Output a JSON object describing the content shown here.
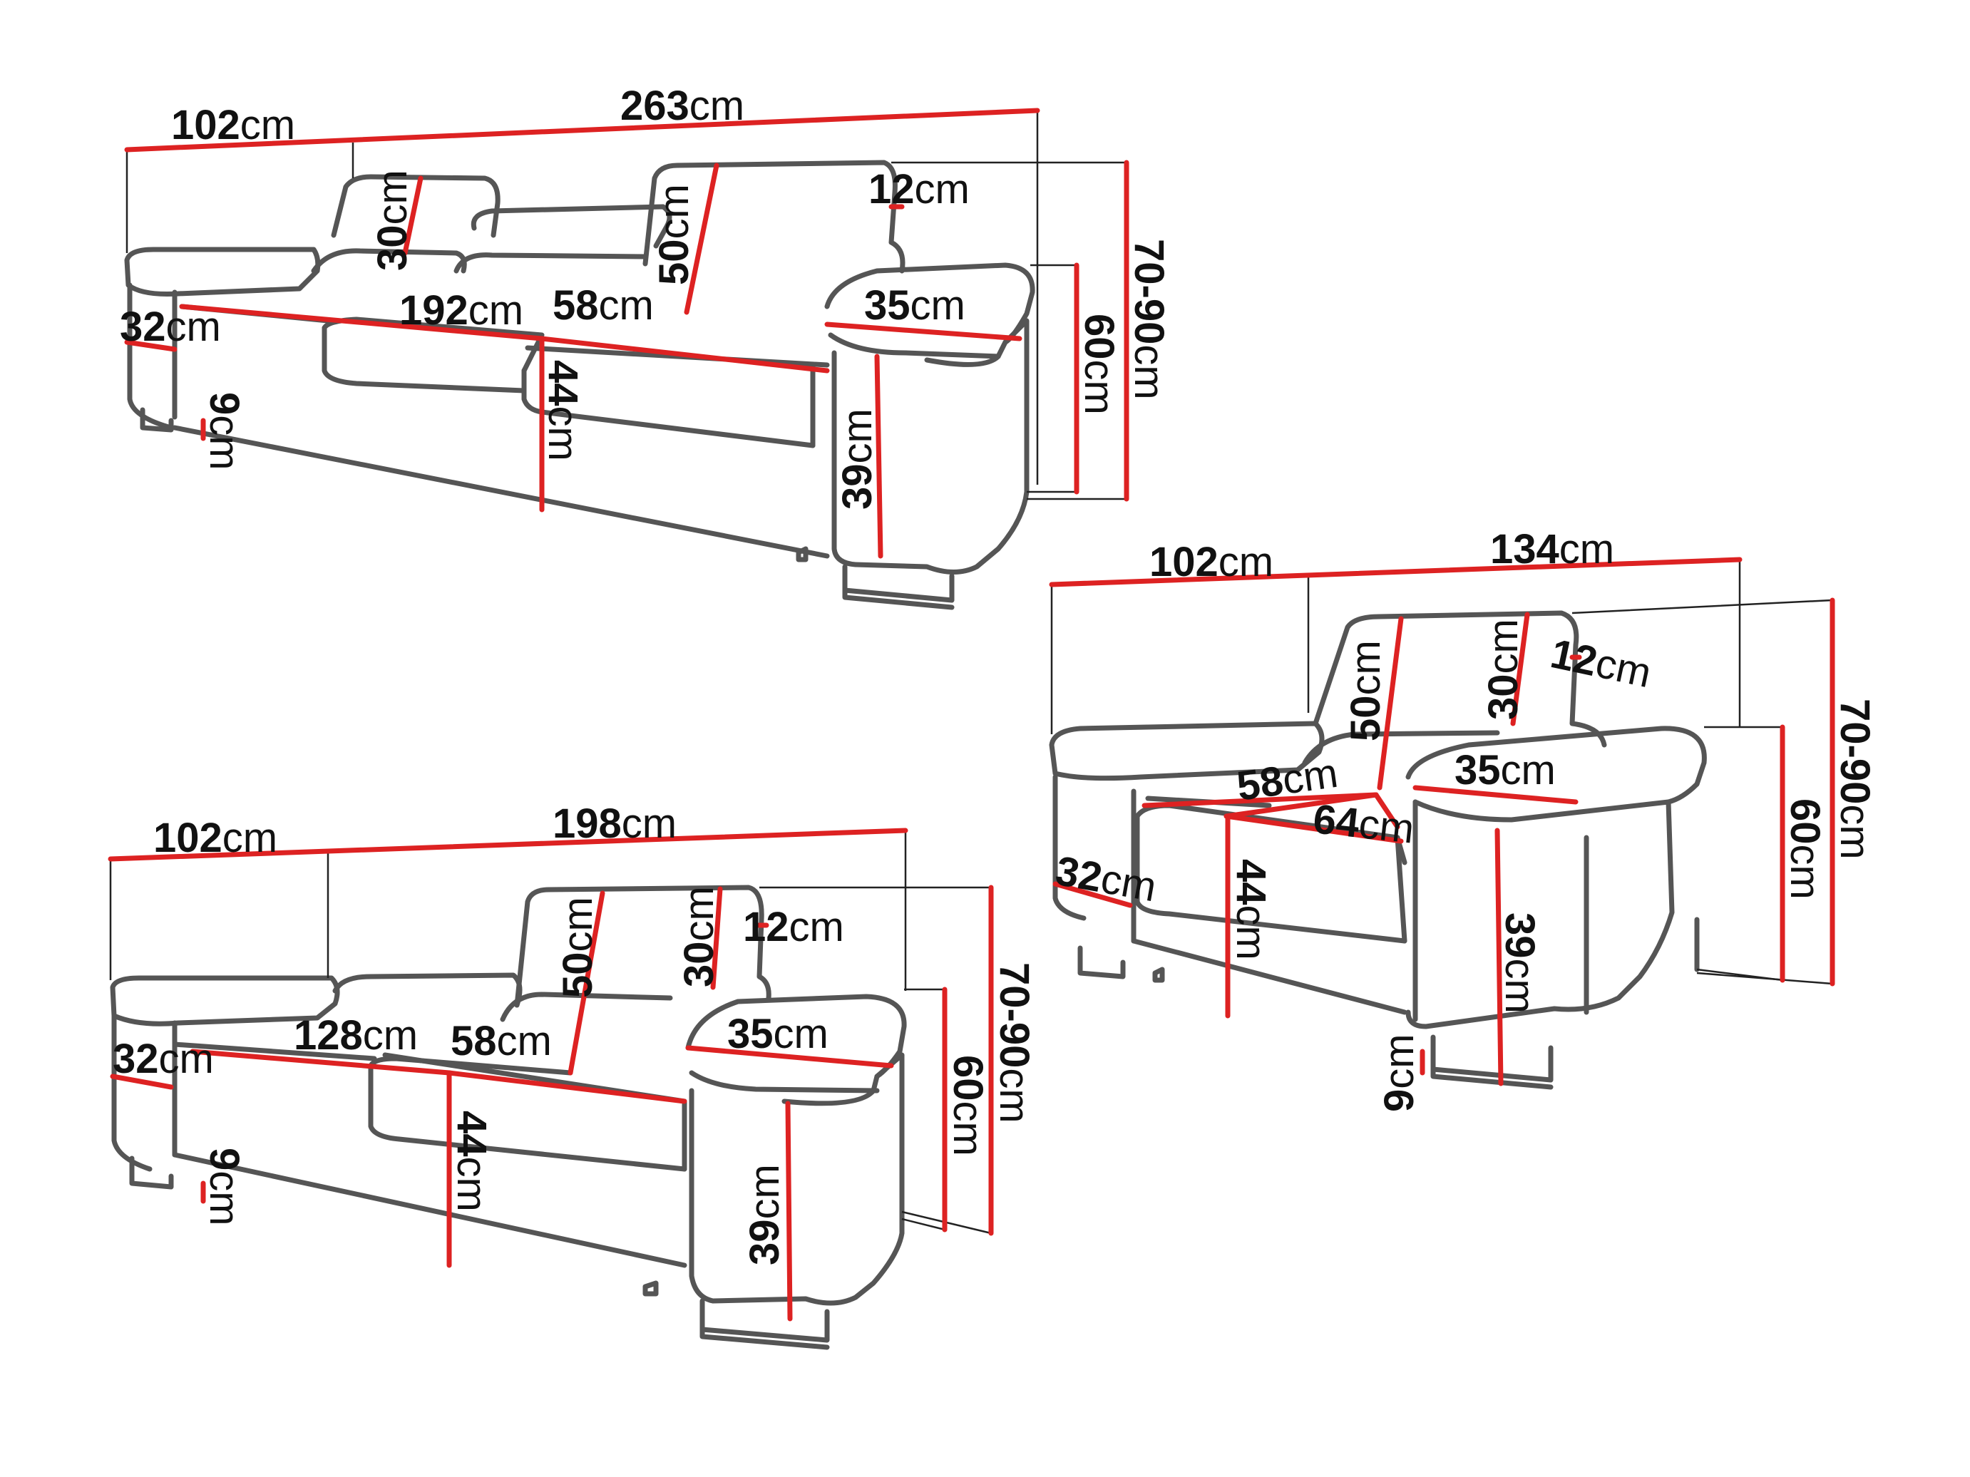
{
  "colors": {
    "outline": "#555555",
    "dimension_line": "#dd2222",
    "extension_line": "#222222",
    "text": "#111111",
    "background": "#ffffff"
  },
  "units": "cm",
  "sofa_3": {
    "depth": {
      "num": "102",
      "unit": "cm"
    },
    "width": {
      "num": "263",
      "unit": "cm"
    },
    "headrest_h": {
      "num": "30",
      "unit": "cm"
    },
    "back_h": {
      "num": "50",
      "unit": "cm"
    },
    "headrest_d": {
      "num": "12",
      "unit": "cm"
    },
    "arm_w": {
      "num": "35",
      "unit": "cm"
    },
    "arm_h": {
      "num": "32",
      "unit": "cm"
    },
    "seat_w": {
      "num": "192",
      "unit": "cm"
    },
    "seat_d": {
      "num": "58",
      "unit": "cm"
    },
    "seat_h": {
      "num": "44",
      "unit": "cm"
    },
    "leg_h": {
      "num": "9",
      "unit": "cm"
    },
    "base_h": {
      "num": "39",
      "unit": "cm"
    },
    "back_total": {
      "num": "60",
      "unit": "cm"
    },
    "total_h": {
      "num": "70-90",
      "unit": "cm"
    }
  },
  "sofa_2": {
    "depth": {
      "num": "102",
      "unit": "cm"
    },
    "width": {
      "num": "198",
      "unit": "cm"
    },
    "back_h": {
      "num": "50",
      "unit": "cm"
    },
    "headrest_h": {
      "num": "30",
      "unit": "cm"
    },
    "headrest_d": {
      "num": "12",
      "unit": "cm"
    },
    "arm_w": {
      "num": "35",
      "unit": "cm"
    },
    "arm_h": {
      "num": "32",
      "unit": "cm"
    },
    "seat_w": {
      "num": "128",
      "unit": "cm"
    },
    "seat_d": {
      "num": "58",
      "unit": "cm"
    },
    "seat_h": {
      "num": "44",
      "unit": "cm"
    },
    "leg_h": {
      "num": "9",
      "unit": "cm"
    },
    "base_h": {
      "num": "39",
      "unit": "cm"
    },
    "back_total": {
      "num": "60",
      "unit": "cm"
    },
    "total_h": {
      "num": "70-90",
      "unit": "cm"
    }
  },
  "armchair": {
    "depth": {
      "num": "102",
      "unit": "cm"
    },
    "width": {
      "num": "134",
      "unit": "cm"
    },
    "back_h": {
      "num": "50",
      "unit": "cm"
    },
    "headrest_h": {
      "num": "30",
      "unit": "cm"
    },
    "headrest_d": {
      "num": "12",
      "unit": "cm"
    },
    "arm_w": {
      "num": "35",
      "unit": "cm"
    },
    "seat_d": {
      "num": "58",
      "unit": "cm"
    },
    "seat_w": {
      "num": "64",
      "unit": "cm"
    },
    "arm_h": {
      "num": "32",
      "unit": "cm"
    },
    "seat_h": {
      "num": "44",
      "unit": "cm"
    },
    "base_h": {
      "num": "39",
      "unit": "cm"
    },
    "leg_h": {
      "num": "9",
      "unit": "cm"
    },
    "back_total": {
      "num": "60",
      "unit": "cm"
    },
    "total_h": {
      "num": "70-90",
      "unit": "cm"
    }
  }
}
